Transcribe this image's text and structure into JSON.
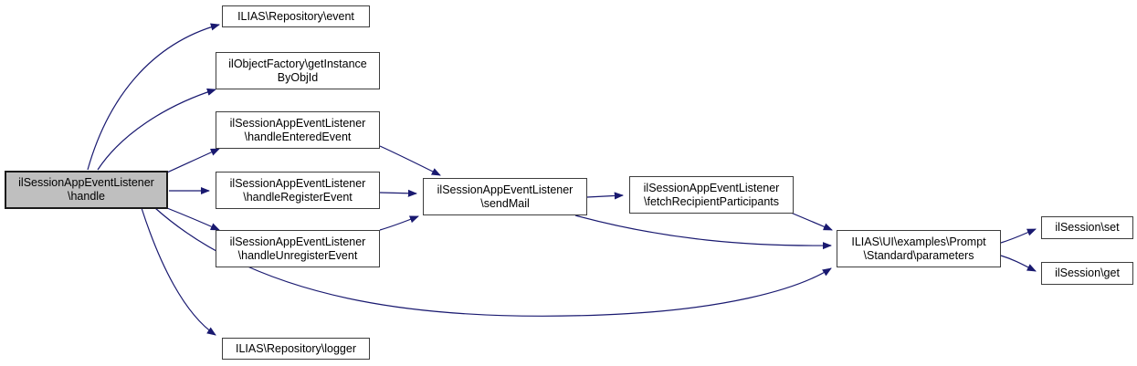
{
  "graph": {
    "type": "call-graph",
    "edge_color": "#191970",
    "node_fill": "#ffffff",
    "node_border_color": "#3d3d3d",
    "highlight_fill": "#bfbfbf",
    "nodes": [
      {
        "id": "handle",
        "lines": [
          "ilSessionAppEventListener",
          "\\handle"
        ],
        "highlighted": true
      },
      {
        "id": "repository-event",
        "lines": [
          "ILIAS\\Repository\\event"
        ],
        "highlighted": false
      },
      {
        "id": "get-instance-by-obj-id",
        "lines": [
          "ilObjectFactory\\getInstance",
          "ByObjId"
        ],
        "highlighted": false
      },
      {
        "id": "handle-entered-event",
        "lines": [
          "ilSessionAppEventListener",
          "\\handleEnteredEvent"
        ],
        "highlighted": false
      },
      {
        "id": "handle-register-event",
        "lines": [
          "ilSessionAppEventListener",
          "\\handleRegisterEvent"
        ],
        "highlighted": false
      },
      {
        "id": "handle-unregister-event",
        "lines": [
          "ilSessionAppEventListener",
          "\\handleUnregisterEvent"
        ],
        "highlighted": false
      },
      {
        "id": "repository-logger",
        "lines": [
          "ILIAS\\Repository\\logger"
        ],
        "highlighted": false
      },
      {
        "id": "send-mail",
        "lines": [
          "ilSessionAppEventListener",
          "\\sendMail"
        ],
        "highlighted": false
      },
      {
        "id": "fetch-recipient-participants",
        "lines": [
          "ilSessionAppEventListener",
          "\\fetchRecipientParticipants"
        ],
        "highlighted": false
      },
      {
        "id": "prompt-standard-parameters",
        "lines": [
          "ILIAS\\UI\\examples\\Prompt",
          "\\Standard\\parameters"
        ],
        "highlighted": false
      },
      {
        "id": "session-set",
        "lines": [
          "ilSession\\set"
        ],
        "highlighted": false
      },
      {
        "id": "session-get",
        "lines": [
          "ilSession\\get"
        ],
        "highlighted": false
      }
    ],
    "edges": [
      {
        "from": "handle",
        "to": "repository-event"
      },
      {
        "from": "handle",
        "to": "get-instance-by-obj-id"
      },
      {
        "from": "handle",
        "to": "handle-entered-event"
      },
      {
        "from": "handle",
        "to": "handle-register-event"
      },
      {
        "from": "handle",
        "to": "handle-unregister-event"
      },
      {
        "from": "handle",
        "to": "prompt-standard-parameters"
      },
      {
        "from": "handle",
        "to": "repository-logger"
      },
      {
        "from": "handle-entered-event",
        "to": "send-mail"
      },
      {
        "from": "handle-register-event",
        "to": "send-mail"
      },
      {
        "from": "handle-unregister-event",
        "to": "send-mail"
      },
      {
        "from": "send-mail",
        "to": "fetch-recipient-participants"
      },
      {
        "from": "send-mail",
        "to": "prompt-standard-parameters"
      },
      {
        "from": "fetch-recipient-participants",
        "to": "prompt-standard-parameters"
      },
      {
        "from": "prompt-standard-parameters",
        "to": "session-set"
      },
      {
        "from": "prompt-standard-parameters",
        "to": "session-get"
      }
    ]
  }
}
